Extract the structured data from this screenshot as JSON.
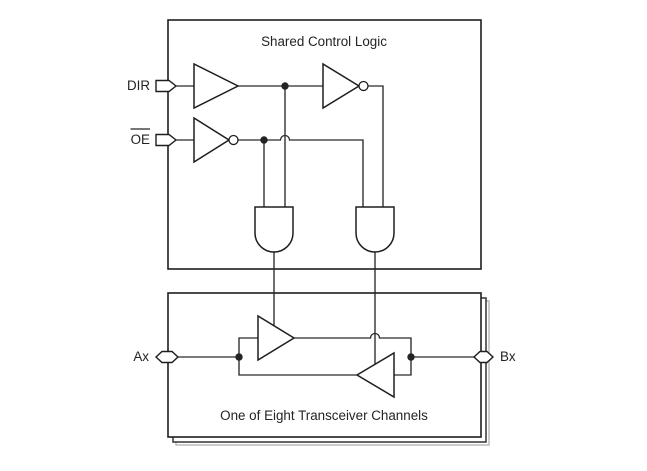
{
  "figure": {
    "control_box": {
      "title": "Shared Control Logic"
    },
    "channel_box": {
      "title": "One of Eight Transceiver Channels"
    },
    "inputs": {
      "dir": {
        "label": "DIR"
      },
      "oe": {
        "label": "OE"
      }
    },
    "ports": {
      "a": {
        "label": "Ax"
      },
      "b": {
        "label": "Bx"
      }
    },
    "colors": {
      "line": "#2a2a2a",
      "box_border": "#1e1e1e",
      "stack_shadow_dark": "#323232",
      "stack_shadow_light": "#b7b7b7",
      "text": "#242424",
      "background": "#ffffff"
    }
  }
}
